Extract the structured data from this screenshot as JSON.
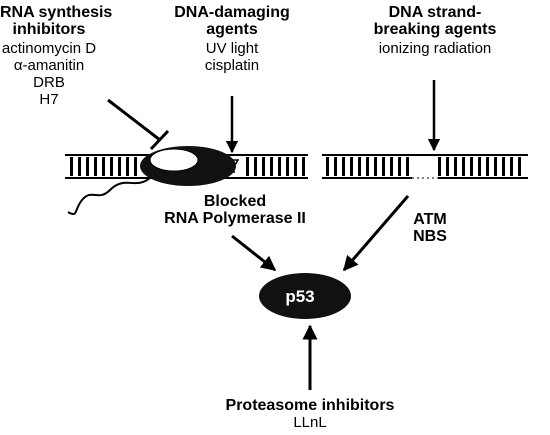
{
  "rna_inhibitors": {
    "heading": [
      "RNA synthesis",
      "inhibitors"
    ],
    "items": [
      "actinomycin D",
      "α-amanitin",
      "DRB",
      "H7"
    ]
  },
  "dna_damaging": {
    "heading": [
      "DNA-damaging",
      "agents"
    ],
    "items": [
      "UV light",
      "cisplatin"
    ]
  },
  "dna_strand": {
    "heading": [
      "DNA strand-",
      "breaking agents"
    ],
    "items": [
      "ionizing radiation"
    ]
  },
  "blocked_polymerase": [
    "Blocked",
    "RNA Polymerase II"
  ],
  "atm_nbs": [
    "ATM",
    "NBS"
  ],
  "p53_label": "p53",
  "proteasome": {
    "heading": "Proteasome inhibitors",
    "item": "LLnL"
  }
}
